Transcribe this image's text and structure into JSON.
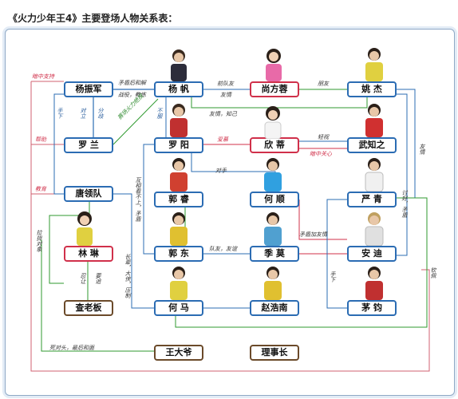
{
  "title": "《火力少年王4》主要登场人物关系表：",
  "colors": {
    "blue": "#2b6cb3",
    "red": "#d0304a",
    "green": "#2f9a2f",
    "brown": "#6b4a2a"
  },
  "nodes": {
    "yang_shenjun": "杨振军",
    "luo_lan": "罗 兰",
    "tang_duizhang": "唐领队",
    "lin_lin": "林 琳",
    "cha_laoban": "查老板",
    "yang_fan": "杨 帆",
    "luo_yang": "罗 阳",
    "guo_rui": "郭 睿",
    "guo_dong": "郭 东",
    "he_ma": "何 马",
    "wang_daye": "王大爷",
    "shang_fangrong": "尚方蓉",
    "xin_di": "欣 蒂",
    "he_shun": "何 顺",
    "li_mo": "季 莫",
    "zhao_haonan": "赵浩南",
    "lishi_zhang": "理事长",
    "yao_jie": "姚 杰",
    "wu_zhizhi": "武知之",
    "yan_qing": "严 青",
    "an_di": "安 迪",
    "mao_jun": "茅 钧"
  },
  "labels": {
    "anzhong_zhichi": "暗中支持",
    "shouxia": "手下",
    "bangzhu": "帮助",
    "jiaoyu": "教育",
    "laquan_duixiang": "拉拢对象",
    "maodun_hejie": "矛盾后和解",
    "youyi_jiaolian": "战役，教练",
    "duili": "对立",
    "fenqi": "分歧",
    "xiangmu_huolijueji": "赛场火力绝技",
    "bufu": "不服",
    "qian_duiyou": "前队友",
    "youqing": "友情",
    "pengyou": "朋友",
    "youqing_zhiji": "友情，知己",
    "anmu": "爱慕",
    "qingshi": "轻视",
    "anzhong_guanxin": "暗中关心",
    "duishou": "对手",
    "huxiang_kanbushang": "互相看不上，矛盾",
    "youqing_2": "友情",
    "taohao_maodun": "讨好，矛盾",
    "maodun_jia_youqing": "矛盾加友情",
    "duiyou_youzhan": "队友，友谊",
    "shouxia_2": "手下",
    "zhangbei_daxia_yazhi": "长辈，大侠，压制",
    "renyi": "忍让",
    "yasuo": "要追",
    "sidu_tou": "死对头，最后和面",
    "qinshu": "钦佩"
  }
}
